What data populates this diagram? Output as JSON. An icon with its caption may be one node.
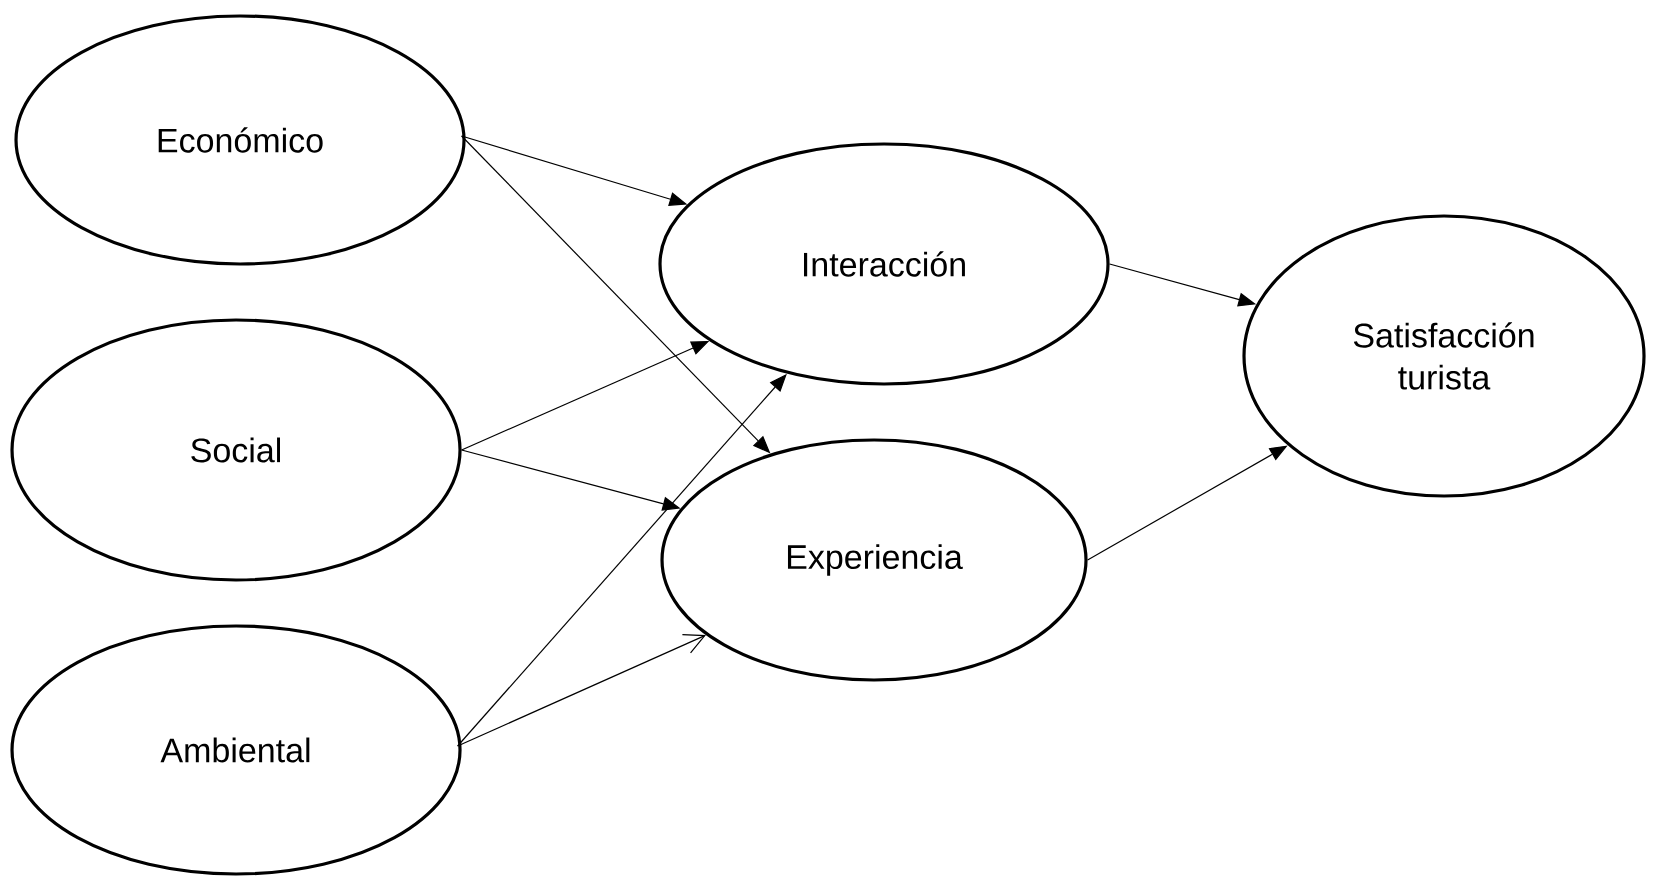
{
  "diagram": {
    "nodes": [
      {
        "text": [
          "Económico"
        ]
      },
      {
        "text": [
          "Social"
        ]
      },
      {
        "text": [
          "Ambiental"
        ]
      },
      {
        "text": [
          "Interacción"
        ]
      },
      {
        "text": [
          "Experiencia"
        ]
      },
      {
        "text": [
          "Satisfacción turista"
        ]
      }
    ],
    "edges": [
      {
        "from": 0,
        "to": 3,
        "arrow": "to"
      },
      {
        "from": 0,
        "to": 4,
        "arrow": "to"
      },
      {
        "from": 1,
        "to": 3,
        "arrow": "to"
      },
      {
        "from": 1,
        "to": 4,
        "arrow": "to"
      },
      {
        "from": 2,
        "to": 3,
        "arrow": "to"
      },
      {
        "from": 2,
        "to": 4,
        "arrow": "to"
      },
      {
        "from": 3,
        "to": 5,
        "arrow": "to"
      },
      {
        "from": 4,
        "to": 5,
        "arrow": "to"
      }
    ]
  }
}
